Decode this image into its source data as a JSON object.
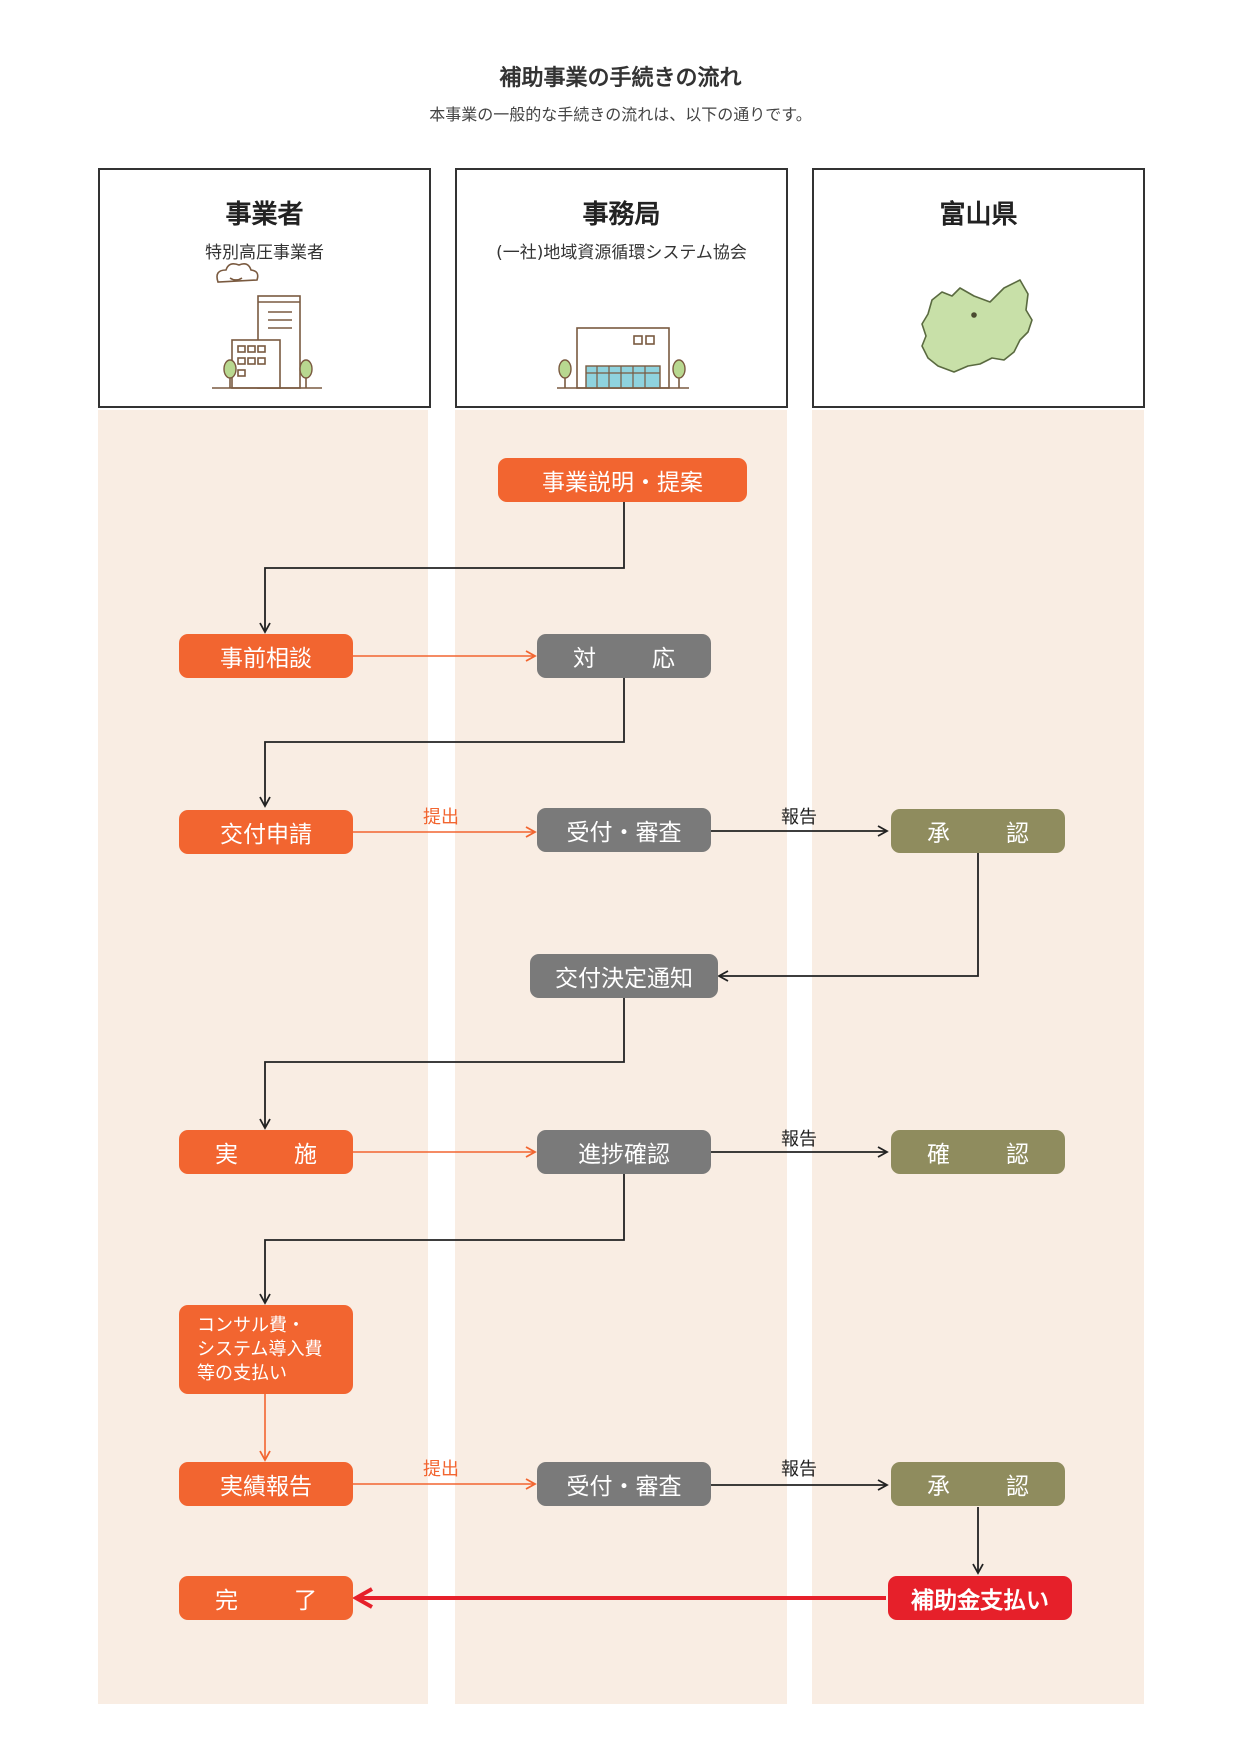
{
  "header": {
    "title": "補助事業の手続きの流れ",
    "subtitle": "本事業の一般的な手続きの流れは、以下の通りです。"
  },
  "lanes": [
    {
      "name": "事業者",
      "sub": "特別高圧事業者"
    },
    {
      "name": "事務局",
      "sub": "(一社)地域資源循環システム協会"
    },
    {
      "name": "富山県",
      "sub": ""
    }
  ],
  "steps": {
    "explain": "事業説明・提案",
    "consult": "事前相談",
    "respond": [
      "対",
      "応"
    ],
    "apply": "交付申請",
    "review1": "受付・審査",
    "approve1": [
      "承",
      "認"
    ],
    "decision": "交付決定通知",
    "implement": [
      "実",
      "施"
    ],
    "progress": "進捗確認",
    "confirm": [
      "確",
      "認"
    ],
    "payment": "コンサル費・\nシステム導入費\n等の支払い",
    "report": "実績報告",
    "review2": "受付・審査",
    "approve2": [
      "承",
      "認"
    ],
    "complete": [
      "完",
      "了"
    ],
    "subsidy": "補助金支払い"
  },
  "labels": {
    "submit1": "提出",
    "report1": "報告",
    "report2": "報告",
    "submit2": "提出",
    "report3": "報告"
  },
  "colors": {
    "applicant": "#f26530",
    "secretariat": "#7a7a7a",
    "prefecture": "#8f8c5e",
    "payment": "#e6202a",
    "lane_background": "#f9ede3",
    "map_fill": "#c8e0a8"
  },
  "icons": [
    "factory-building-icon",
    "office-building-icon",
    "toyama-map-icon"
  ]
}
